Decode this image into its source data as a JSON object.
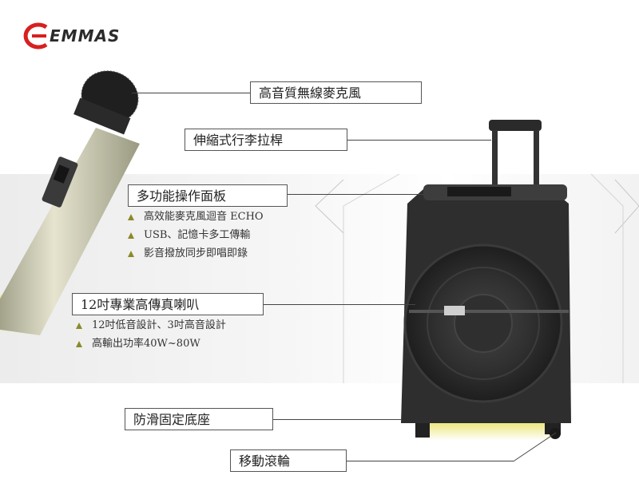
{
  "brand": {
    "logo_text": "EMMAS",
    "logo_icon": "emmas-swoosh-logo"
  },
  "callouts": {
    "mic": "高音質無線麥克風",
    "handle": "伸縮式行李拉桿",
    "panel": "多功能操作面板",
    "woofer": "12吋專業高傳真喇叭",
    "base": "防滑固定底座",
    "wheels": "移動滾輪"
  },
  "panel_features": [
    "高效能麥克風迴音 ECHO",
    "USB、記憶卡多工傳輸",
    "影音撥放同步即唱即錄"
  ],
  "woofer_features": [
    "12吋低音設計、3吋高音設計",
    "高輸出功率40W~80W"
  ],
  "colors": {
    "bullet": "#8a8a2a",
    "accent_glow": "#e8e070",
    "speaker_body": "#2a2a2a"
  }
}
